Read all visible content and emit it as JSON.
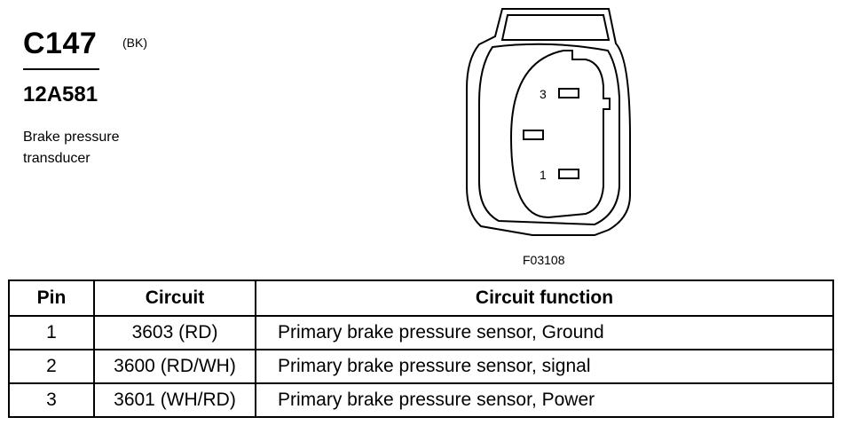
{
  "connector": {
    "id": "C147",
    "color_code": "(BK)",
    "part_number": "12A581",
    "description_line1": "Brake pressure",
    "description_line2": "transducer"
  },
  "diagram": {
    "figure_id": "F03108",
    "pin_labels": [
      "3",
      "1"
    ]
  },
  "table": {
    "headers": [
      "Pin",
      "Circuit",
      "Circuit function"
    ],
    "rows": [
      {
        "pin": "1",
        "circuit": "3603 (RD)",
        "function": "Primary brake pressure sensor, Ground"
      },
      {
        "pin": "2",
        "circuit": "3600 (RD/WH)",
        "function": "Primary brake pressure sensor, signal"
      },
      {
        "pin": "3",
        "circuit": "3601 (WH/RD)",
        "function": "Primary brake pressure sensor, Power"
      }
    ]
  }
}
